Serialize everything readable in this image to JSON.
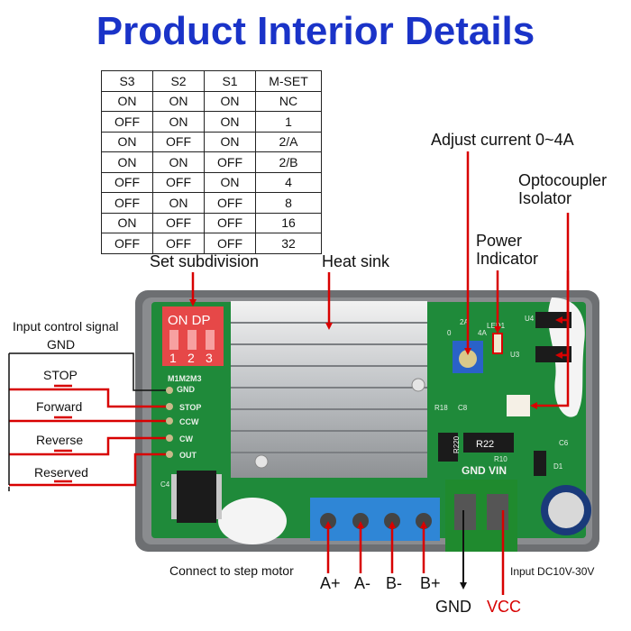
{
  "title": "Product Interior Details",
  "table": {
    "headers": [
      "S3",
      "S2",
      "S1",
      "M-SET"
    ],
    "rows": [
      [
        "ON",
        "ON",
        "ON",
        "NC"
      ],
      [
        "OFF",
        "ON",
        "ON",
        "1"
      ],
      [
        "ON",
        "OFF",
        "ON",
        "2/A"
      ],
      [
        "ON",
        "ON",
        "OFF",
        "2/B"
      ],
      [
        "OFF",
        "OFF",
        "ON",
        "4"
      ],
      [
        "OFF",
        "ON",
        "OFF",
        "8"
      ],
      [
        "ON",
        "OFF",
        "OFF",
        "16"
      ],
      [
        "OFF",
        "OFF",
        "OFF",
        "32"
      ]
    ]
  },
  "labels": {
    "set_subdivision": "Set subdivision",
    "heat_sink": "Heat sink",
    "adjust_current": "Adjust current 0~4A",
    "optocoupler_line1": "Optocoupler",
    "optocoupler_line2": "Isolator",
    "power_line1": "Power",
    "power_line2": "Indicator",
    "input_control_line1": "Input control signal",
    "input_control_line2": "GND",
    "stop": "STOP",
    "forward": "Forward",
    "reverse": "Reverse",
    "reserved": "Reserved",
    "connect_motor": "Connect to step motor",
    "input_dc": "Input DC10V-30V",
    "a_plus": "A+",
    "a_minus": "A-",
    "b_minus": "B-",
    "b_plus": "B+",
    "gnd": "GND",
    "vcc": "VCC"
  },
  "board": {
    "dip_text": "ON DP",
    "dip_numbers": [
      "1",
      "2",
      "3"
    ],
    "m_labels": "M1M2M3",
    "gnd": "GND",
    "pins": [
      "STOP",
      "CCW",
      "CW",
      "OUT"
    ],
    "gnd_vin": "GND VIN",
    "r22": "R22",
    "r220": "R220",
    "silk": [
      "R18",
      "C8",
      "C6",
      "D1",
      "U3",
      "U4",
      "C4",
      "R10",
      "LED1",
      "2A",
      "4A",
      "0"
    ]
  },
  "colors": {
    "title": "#1a33c8",
    "arrow_red": "#d80000",
    "pcb_green": "#1f8a3a",
    "case_gray": "#6d6f72",
    "terminal_blue": "#2f86d6",
    "terminal_green": "#1f8a2e",
    "dip_red": "#e64848"
  }
}
